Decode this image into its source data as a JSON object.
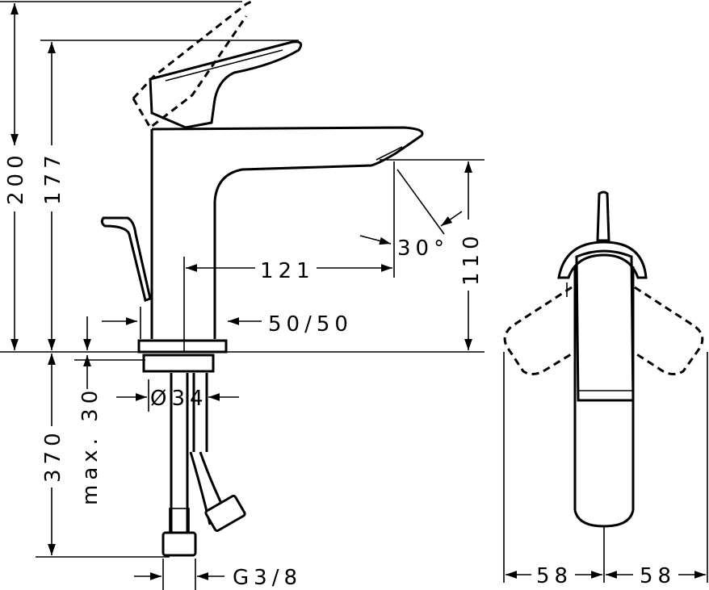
{
  "drawing": {
    "colors": {
      "line": "#000000",
      "background": "#ffffff"
    },
    "dimensions": {
      "overall_height": "200",
      "spout_height": "177",
      "spout_clearance": "110",
      "spout_reach": "121",
      "angle": "30°",
      "base": "50/50",
      "below_deck": "370",
      "max_thickness": "max. 30",
      "shank_diameter": "Ø34",
      "thread": "G3/8",
      "side_left": "58",
      "side_right": "58"
    }
  }
}
